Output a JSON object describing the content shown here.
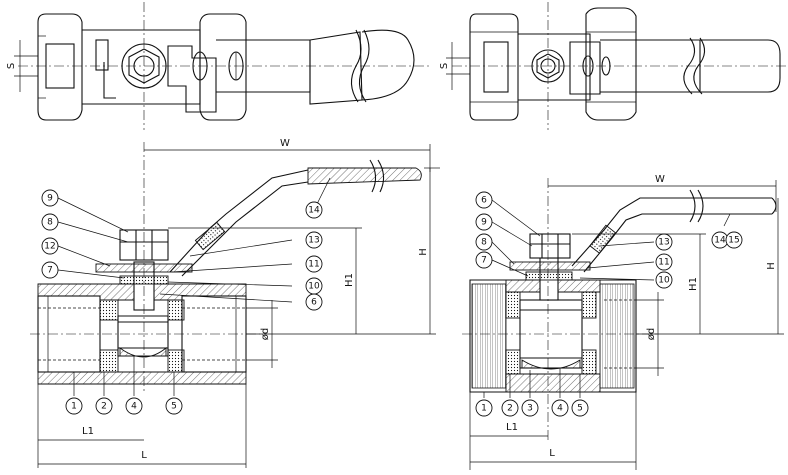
{
  "left_valve": {
    "top_view": {
      "dim_s": "S"
    },
    "side_view": {
      "dim_w": "W",
      "dim_h": "H",
      "dim_h1": "H1",
      "dim_d": "ød",
      "dim_l1": "L1",
      "dim_l": "L",
      "callouts": [
        "1",
        "2",
        "4",
        "5",
        "6",
        "7",
        "8",
        "9",
        "10",
        "11",
        "12",
        "13",
        "14"
      ]
    }
  },
  "right_valve": {
    "top_view": {
      "dim_s": "S"
    },
    "side_view": {
      "dim_w": "W",
      "dim_h": "H",
      "dim_h1": "H1",
      "dim_d": "ød",
      "dim_l1": "L1",
      "dim_l": "L",
      "callouts": [
        "1",
        "2",
        "3",
        "4",
        "5",
        "6",
        "7",
        "8",
        "9",
        "10",
        "11",
        "13",
        "14",
        "15"
      ]
    }
  }
}
